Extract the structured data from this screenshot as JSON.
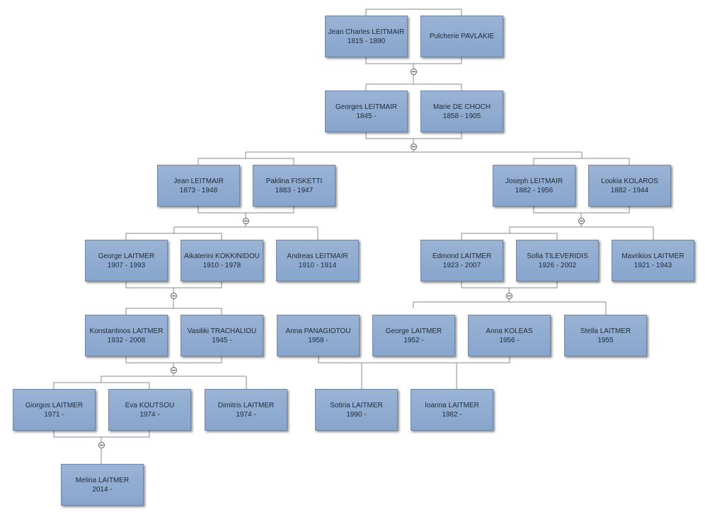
{
  "people": {
    "jean_charles": {
      "name": "Jean Charles LEITMAIR",
      "dates": "1815 - 1890"
    },
    "pulcherie": {
      "name": "Pulcherie PAVLAKIE",
      "dates": ""
    },
    "georges": {
      "name": "Georges LEITMAIR",
      "dates": "1845 -"
    },
    "marie": {
      "name": "Marie DE CHOCH",
      "dates": "1858 -  1905"
    },
    "jean": {
      "name": "Jean LEITMAIR",
      "dates": "1873 - 1948"
    },
    "paklina": {
      "name": "Paklina FISKETTI",
      "dates": "1883 - 1947"
    },
    "joseph": {
      "name": "Joseph LEITMAIR",
      "dates": "1882 - 1956"
    },
    "loukia": {
      "name": "Loukia KOLAROS",
      "dates": "1882 - 1944"
    },
    "george_1907": {
      "name": "George LAITMER",
      "dates": "1907 - 1993"
    },
    "aikaterini": {
      "name": "Aikaterini KOKKINIDOU",
      "dates": "1910 - 1978"
    },
    "andreas": {
      "name": "Andreas LEITMAIR",
      "dates": "1910 - 1914"
    },
    "edmond": {
      "name": "Edmond LAITMER",
      "dates": "1923 - 2007"
    },
    "sofia": {
      "name": "Sofia TILEVERIDIS",
      "dates": "1926 - 2002"
    },
    "mavrikios": {
      "name": "Mavrikios LAITMER",
      "dates": "1921 - 1943"
    },
    "konstantinos": {
      "name": "Konstantinos LAITMER",
      "dates": "1932 - 2008"
    },
    "vasiliki": {
      "name": "Vasiliki TRACHALIOU",
      "dates": "1945 -"
    },
    "anna_p": {
      "name": "Anna PANAGIOTOU",
      "dates": "1958 -"
    },
    "george_1952": {
      "name": "George LAITMER",
      "dates": "1952 -"
    },
    "anna_k": {
      "name": "Anna KOLEAS",
      "dates": "1956 -"
    },
    "stella": {
      "name": "Stella LAITMER",
      "dates": "1955"
    },
    "giorgos": {
      "name": "Giorgos LAITMER",
      "dates": "1971 -"
    },
    "eva": {
      "name": "Eva KOUTSOU",
      "dates": "1974 -"
    },
    "dimitris": {
      "name": "Dimitris LAITMER",
      "dates": "1974 -"
    },
    "sotiria": {
      "name": "Sotiria LAITMER",
      "dates": "1990 -"
    },
    "ioanna": {
      "name": "Ioanna LAITMER",
      "dates": "1982 -"
    },
    "melina": {
      "name": "Melina LAITMER",
      "dates": "2014 -"
    }
  },
  "colors": {
    "box": "#8faacf",
    "box_border": "#6e86a8",
    "line": "#888888",
    "text": "#1e2a38"
  },
  "icons": {
    "collapse_toggle": "minus-circle-icon"
  }
}
